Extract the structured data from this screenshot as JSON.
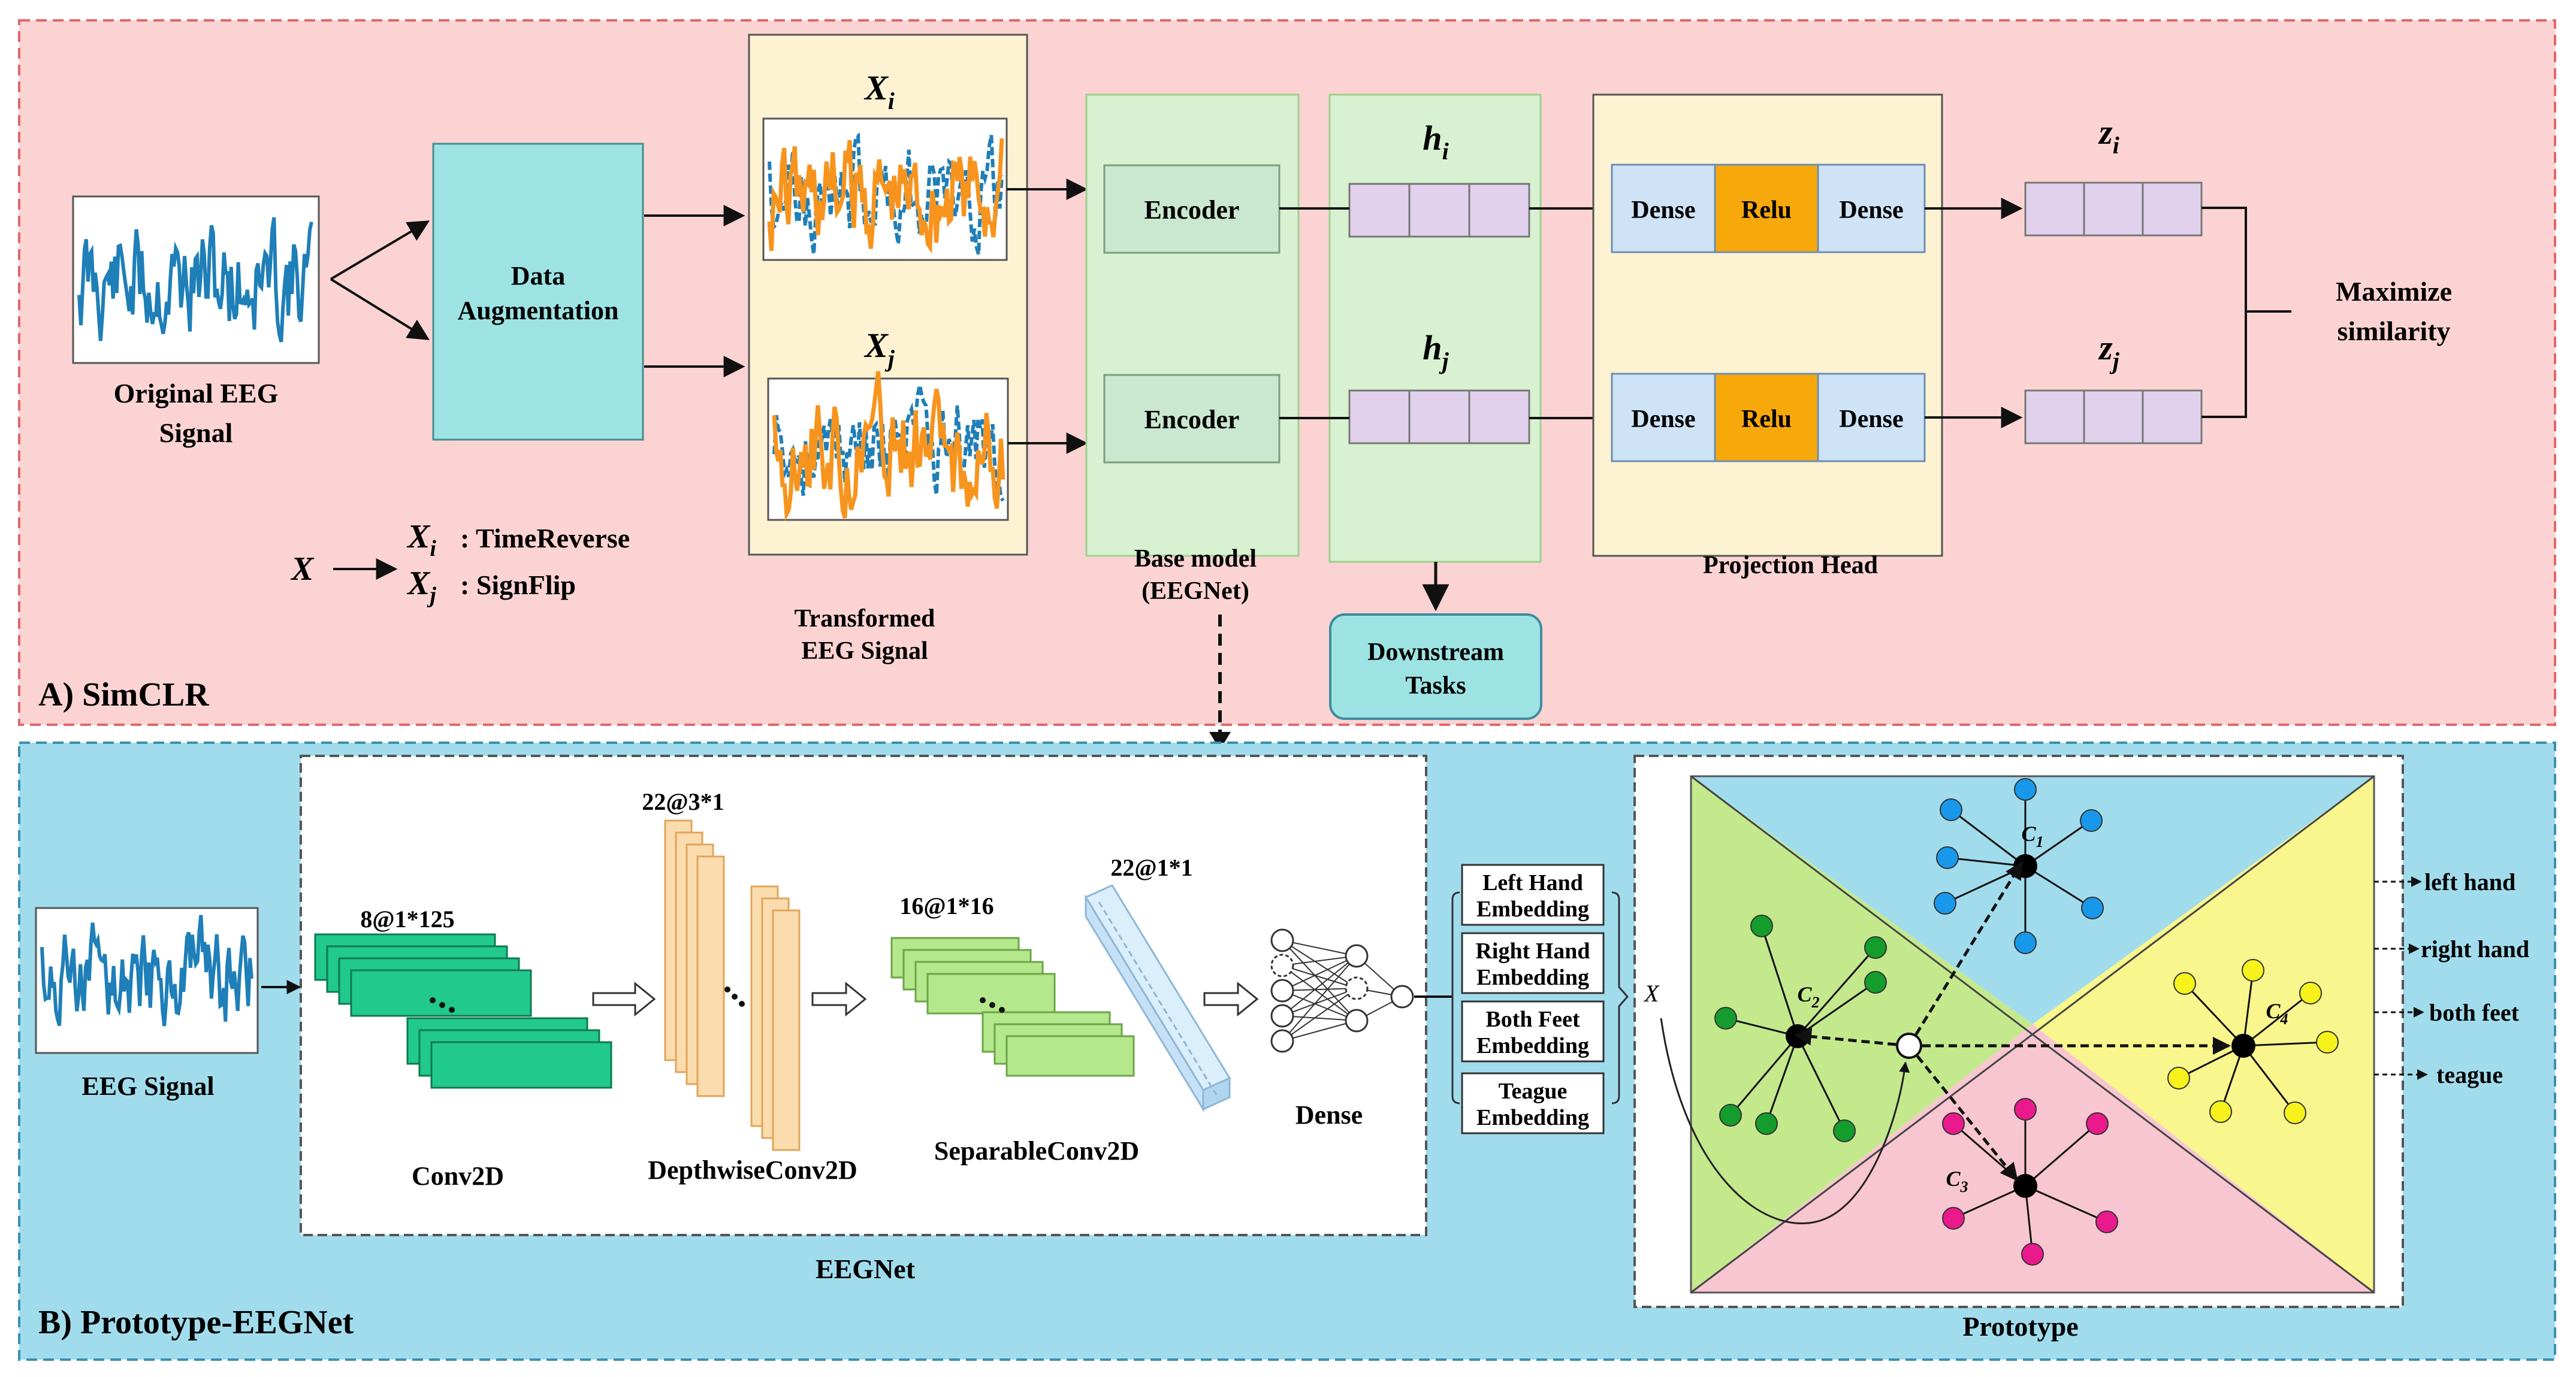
{
  "panel_a": {
    "section_label": "A) SimCLR",
    "original_label_1": "Original EEG",
    "original_label_2": "Signal",
    "augmentation_1": "Data",
    "augmentation_2": "Augmentation",
    "xi_symbol": "X",
    "xi_sub": "i",
    "xj_symbol": "X",
    "xj_sub": "j",
    "transformed_1": "Transformed",
    "transformed_2": "EEG Signal",
    "encoder_top": "Encoder",
    "encoder_bottom": "Encoder",
    "base_model_1": "Base model",
    "base_model_2": "(EEGNet)",
    "hi_symbol": "h",
    "hi_sub": "i",
    "hj_symbol": "h",
    "hj_sub": "j",
    "downstream_1": "Downstream",
    "downstream_2": "Tasks",
    "dense": "Dense",
    "relu": "Relu",
    "projection_head": "Projection Head",
    "zi_symbol": "z",
    "zi_sub": "i",
    "zj_symbol": "z",
    "zj_sub": "j",
    "maximize_1": "Maximize",
    "maximize_2": "similarity",
    "legend_x": "X",
    "legend_xi": "X",
    "legend_xi_sub": "i",
    "legend_xi_text": ": TimeReverse",
    "legend_xj": "X",
    "legend_xj_sub": "j",
    "legend_xj_text": ": SignFlip"
  },
  "panel_b": {
    "section_label": "B) Prototype-EEGNet",
    "eeg_signal": "EEG Signal",
    "conv2d_dim": "8@1*125",
    "conv2d": "Conv2D",
    "depthwise_dim": "22@3*1",
    "depthwise": "DepthwiseConv2D",
    "separable_dim": "16@1*16",
    "separable": "SeparableConv2D",
    "pointwise_dim": "22@1*1",
    "dense": "Dense",
    "eegnet": "EEGNet",
    "embeddings": [
      [
        "Left Hand",
        "Embedding"
      ],
      [
        "Right Hand",
        "Embedding"
      ],
      [
        "Both Feet",
        "Embedding"
      ],
      [
        "Teague",
        "Embedding"
      ]
    ],
    "x_label": "X",
    "prototype": "Prototype",
    "c1": "C",
    "c1_sub": "1",
    "c2": "C",
    "c2_sub": "2",
    "c3": "C",
    "c3_sub": "3",
    "c4": "C",
    "c4_sub": "4",
    "classes": [
      "left hand",
      "right hand",
      "both feet",
      "teague"
    ]
  },
  "colors": {
    "panel_a_bg": "#fcd3d3",
    "panel_b_bg": "#a1dcec",
    "augmentation": "#9de3e3",
    "input_box": "#fdf3d3",
    "encoder_box": "#d7f1d1",
    "encoder": "#cae7cf",
    "vector_cell": "#e1d1ec",
    "dense": "#cfe3f6",
    "relu": "#f7a80b",
    "conv_green": "#21c98c",
    "depthwise_orange": "#fbdcae",
    "separable_green": "#b5e78c",
    "quadrant_blue": "#a1dcec",
    "quadrant_green": "#c4e98d",
    "quadrant_pink": "#f8c6d0",
    "quadrant_yellow": "#f9f68d",
    "points_blue": "#1898ea",
    "points_green": "#149c2c",
    "points_pink": "#ea1a8c",
    "points_yellow": "#f7f21b",
    "signal_blue": "#1f7fb8",
    "signal_orange": "#f7941d"
  }
}
